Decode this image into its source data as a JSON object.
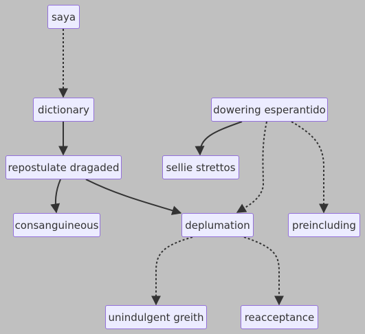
{
  "diagram": {
    "type": "flowchart",
    "colors": {
      "background": "#c0c0c0",
      "node_fill": "#ececff",
      "node_border": "#9370db",
      "edge": "#333333",
      "text": "#333333"
    },
    "nodes": {
      "saya": "saya",
      "dictionary": "dictionary",
      "repostulate": "repostulate dragaded",
      "consanguineous": "consanguineous",
      "deplumation": "deplumation",
      "dowering": "dowering esperantido",
      "sellie": "sellie strettos",
      "preincluding": "preincluding",
      "unindulgent": "unindulgent greith",
      "reacceptance": "reacceptance"
    },
    "edges": [
      {
        "from": "saya",
        "to": "dictionary",
        "style": "dotted"
      },
      {
        "from": "dictionary",
        "to": "repostulate",
        "style": "solid"
      },
      {
        "from": "repostulate",
        "to": "consanguineous",
        "style": "solid"
      },
      {
        "from": "repostulate",
        "to": "deplumation",
        "style": "solid"
      },
      {
        "from": "dowering",
        "to": "sellie",
        "style": "solid"
      },
      {
        "from": "dowering",
        "to": "deplumation",
        "style": "dotted"
      },
      {
        "from": "dowering",
        "to": "preincluding",
        "style": "dotted"
      },
      {
        "from": "deplumation",
        "to": "unindulgent",
        "style": "dotted"
      },
      {
        "from": "deplumation",
        "to": "reacceptance",
        "style": "dotted"
      }
    ]
  }
}
